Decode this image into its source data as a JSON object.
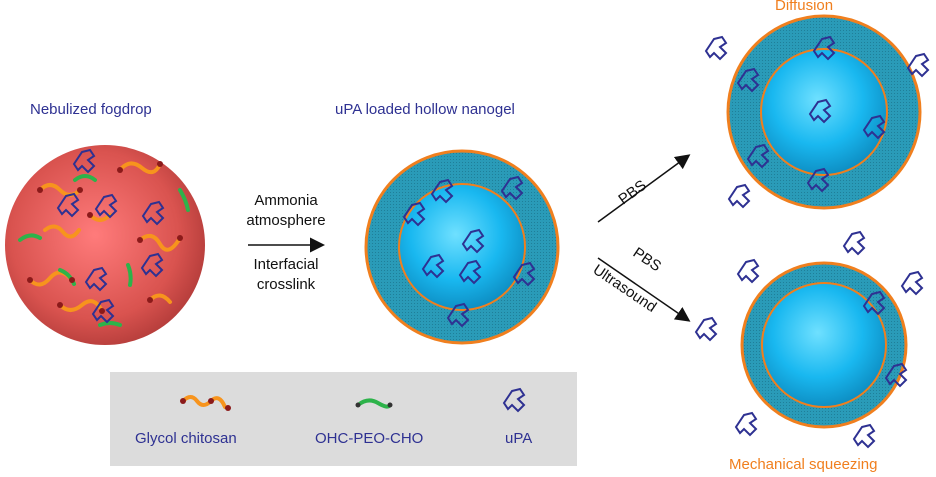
{
  "labels": {
    "fogdrop_title": "Nebulized fogdrop",
    "nanogel_title": "uPA loaded hollow nanogel",
    "step1_line1": "Ammonia",
    "step1_line2": "atmosphere",
    "step1_line3": "Interfacial",
    "step1_line4": "crosslink",
    "arrow_upper": "PBS",
    "arrow_lower_1": "PBS",
    "arrow_lower_2": "Ultrasound",
    "diffusion": "Diffusion",
    "squeezing": "Mechanical squeezing"
  },
  "legend": {
    "glycol_chitosan": "Glycol chitosan",
    "ohc_peo_cho": "OHC-PEO-CHO",
    "upa": "uPA"
  },
  "colors": {
    "title_text": "#2e3192",
    "orange_text": "#f07f1e",
    "fogdrop": "#d9534f",
    "shell": "#2a9bb8",
    "core": "#19b8f0",
    "shell_border": "#f07f1e",
    "chitosan": "#f7941d",
    "peo": "#2db34a",
    "upa_icon": "#2e3192",
    "legend_bg": "#dcdcdc"
  }
}
